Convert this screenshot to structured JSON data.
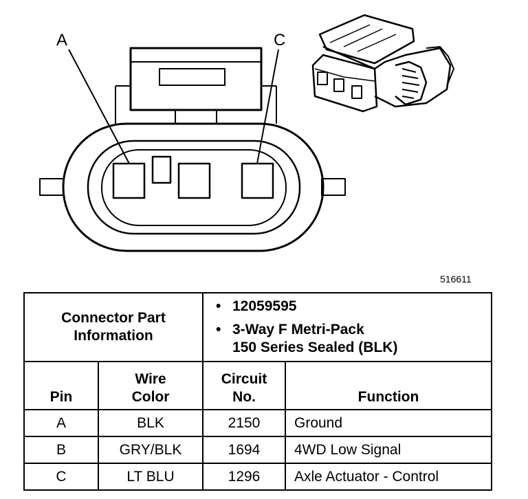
{
  "callouts": {
    "left": "A",
    "right": "C"
  },
  "figure_ref": "516611",
  "connector_info": {
    "label_line1": "Connector Part",
    "label_line2": "Information",
    "part_number": "12059595",
    "description_line1": "3-Way F Metri-Pack",
    "description_line2": "150 Series Sealed (BLK)"
  },
  "columns": {
    "pin": "Pin",
    "wire_color_line1": "Wire",
    "wire_color_line2": "Color",
    "circuit_line1": "Circuit",
    "circuit_line2": "No.",
    "function": "Function"
  },
  "rows": [
    {
      "pin": "A",
      "wire_color": "BLK",
      "circuit": "2150",
      "function": "Ground"
    },
    {
      "pin": "B",
      "wire_color": "GRY/BLK",
      "circuit": "1694",
      "function": "4WD Low Signal"
    },
    {
      "pin": "C",
      "wire_color": "LT BLU",
      "circuit": "1296",
      "function": "Axle Actuator - Control"
    }
  ]
}
